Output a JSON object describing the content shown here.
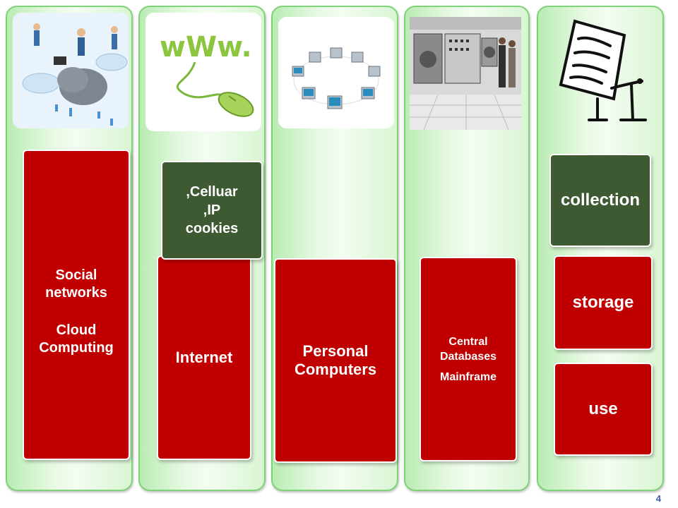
{
  "columns": [
    {
      "boxes": [
        {
          "lines": [
            "Social",
            "networks"
          ]
        },
        {
          "lines": [
            "Cloud",
            "Computing"
          ]
        }
      ],
      "image": "cloud-computing-people-icon"
    },
    {
      "boxes": [
        {
          "lines": [
            ",Celluar",
            ",IP",
            "cookies"
          ]
        },
        {
          "lines": [
            "Internet"
          ]
        }
      ],
      "image": "www-mouse-icon"
    },
    {
      "boxes": [
        {
          "lines": [
            "Personal",
            "Computers"
          ]
        }
      ],
      "image": "network-computers-icon"
    },
    {
      "boxes": [
        {
          "lines": [
            "Central",
            "Databases"
          ]
        },
        {
          "lines": [
            "Mainframe"
          ]
        }
      ],
      "image": "mainframe-photo-icon"
    },
    {
      "boxes": [
        {
          "lines": [
            "collection"
          ]
        },
        {
          "lines": [
            "storage"
          ]
        },
        {
          "lines": [
            "use"
          ]
        }
      ],
      "image": "paper-writing-icon"
    }
  ],
  "page_number": "4",
  "colors": {
    "red": "#c00000",
    "dark_green": "#3d5a33",
    "column_border": "#7fd17a"
  }
}
